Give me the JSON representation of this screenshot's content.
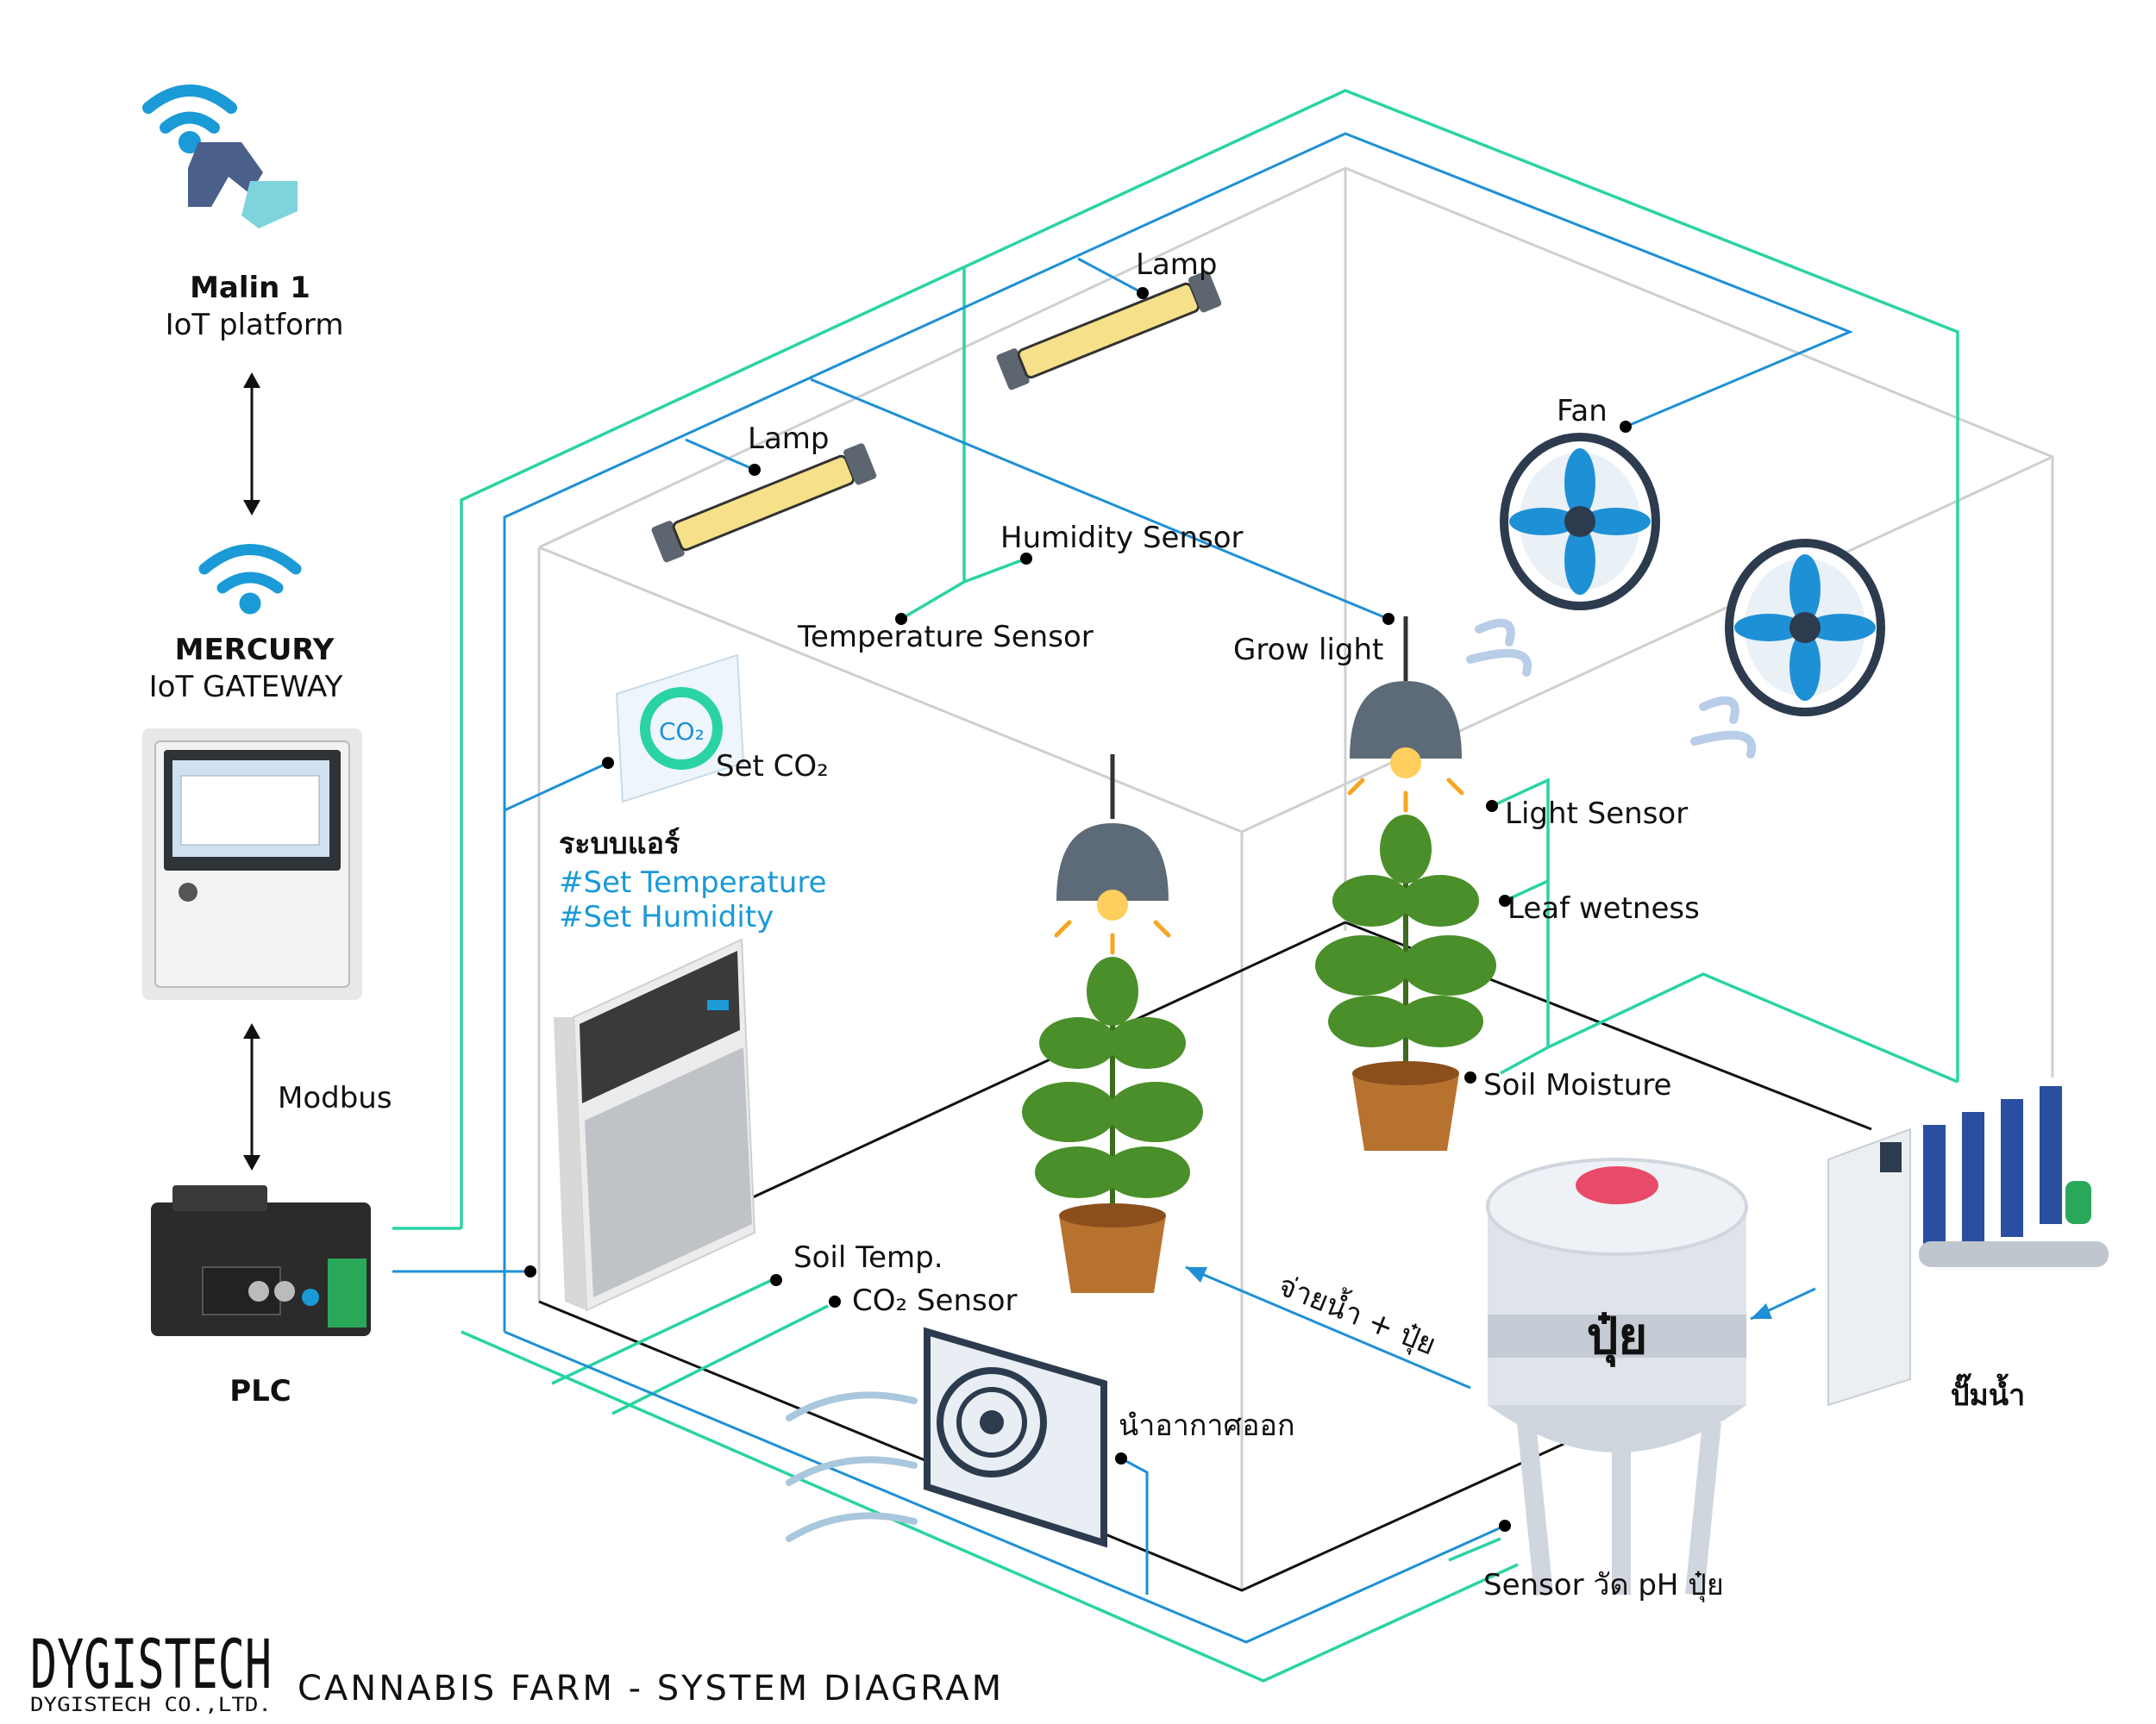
{
  "platform": {
    "name": "Malin 1",
    "subtitle": "IoT platform"
  },
  "gateway": {
    "name": "MERCURY",
    "subtitle": "IoT GATEWAY"
  },
  "link_label": "Modbus",
  "plc": {
    "name": "PLC"
  },
  "sensors": {
    "lamp_1": "Lamp",
    "lamp_2": "Lamp",
    "fan": "Fan",
    "humidity": "Humidity Sensor",
    "temperature": "Temperature Sensor",
    "grow_light": "Grow light",
    "set_co2": "Set CO₂",
    "light_sensor": "Light Sensor",
    "leaf_wetness": "Leaf wetness",
    "soil_moisture": "Soil Moisture",
    "soil_temp": "Soil Temp.",
    "co2_sensor": "CO₂ Sensor",
    "exhaust": "นำอากาศออก",
    "ph_sensor": "Sensor วัด pH ปุ๋ย",
    "water_fertilizer": "จ่ายน้ำ + ปุ๋ย"
  },
  "aircon": {
    "title": "ระบบแอร์",
    "set_temperature": "#Set Temperature",
    "set_humidity": "#Set Humidity"
  },
  "tank_label": "ปุ๋ย",
  "pump_label": "ปั๊มน้ำ",
  "footer": {
    "brand": "DYGISTECH",
    "company": "DYGISTECH CO.,LTD.",
    "title": "CANNABIS FARM - SYSTEM DIAGRAM"
  },
  "colors": {
    "wire_green": "#2ad3a4",
    "wire_blue": "#1e90d6",
    "accent_blue": "#1a9ad6",
    "plant_green": "#4a8f2a"
  }
}
